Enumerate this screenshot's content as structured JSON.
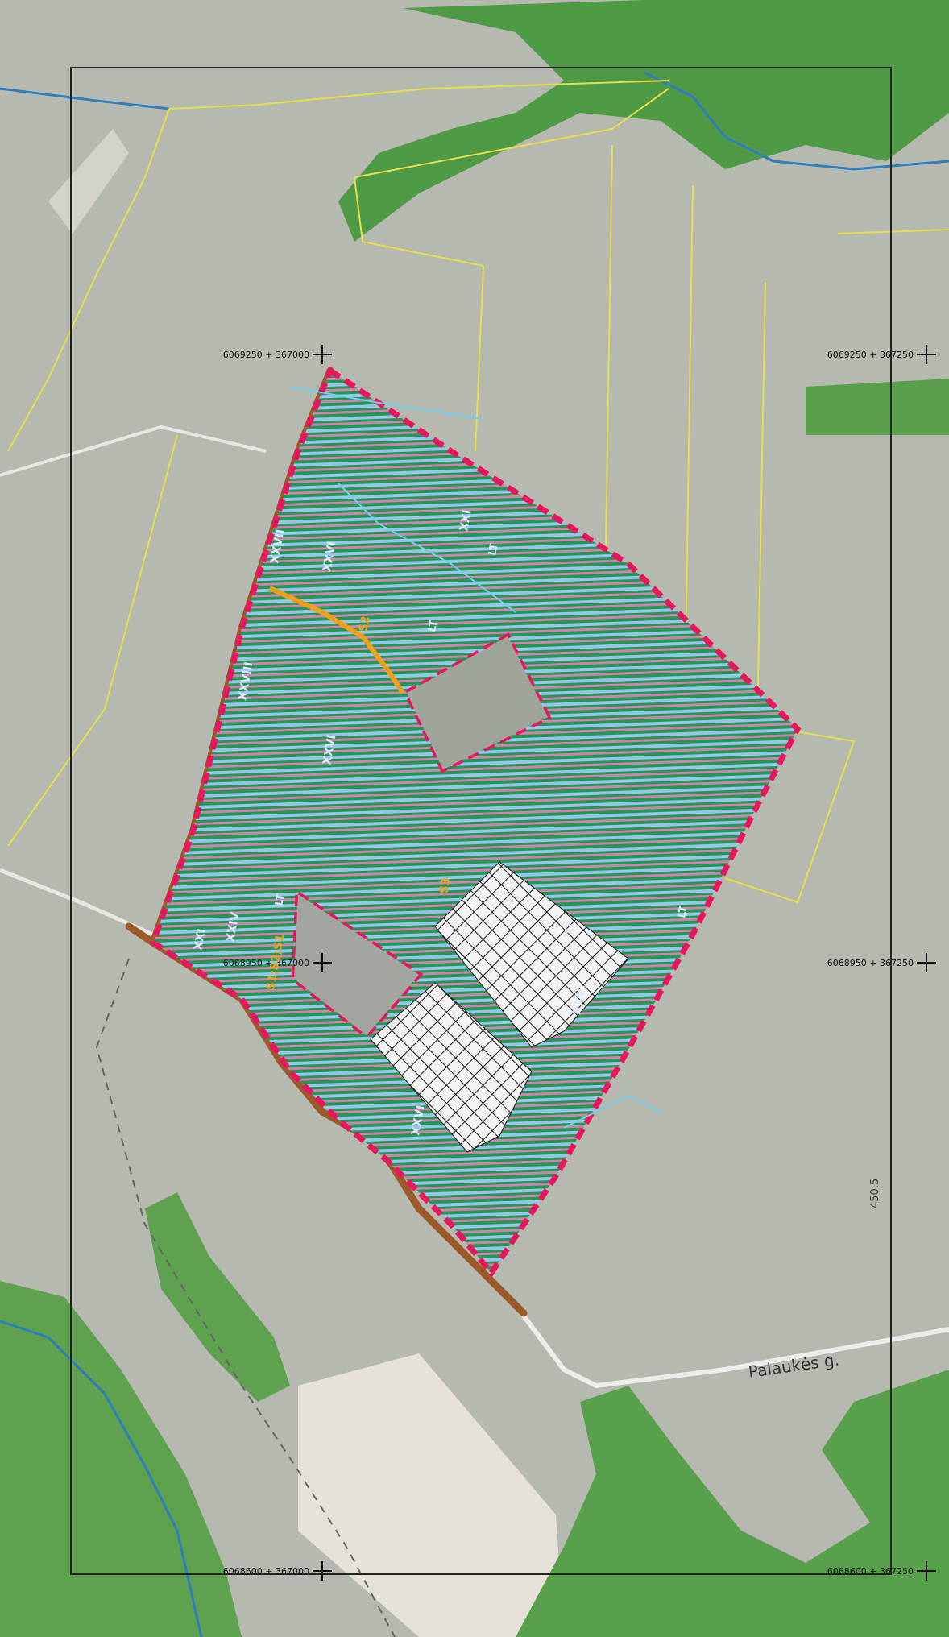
{
  "map": {
    "road_label": "Palaukės g.",
    "contour_label": "450.5",
    "coord_labels": [
      "6069250 + 367000",
      "6069250 + 367250",
      "6068950 + 367000",
      "6068950 + 367250",
      "6068600 + 367000",
      "6068600 + 367250"
    ],
    "parcel_labels": [
      "XXVII",
      "XXVI",
      "XXI",
      "XXVIII",
      "XXVI",
      "XXI",
      "XXIV",
      "XXVI",
      "XXVI"
    ],
    "small_labels": [
      "LT",
      "LT",
      "LT",
      "LT",
      "LT"
    ],
    "point_labels": [
      "S2",
      "S1;S2;S1",
      "S3"
    ],
    "colors": {
      "boundary": "#e8175d",
      "stripe_green": "#1e9b4e",
      "stripe_blue": "#7fb4ec",
      "forest": "#4f9a45",
      "road": "#9a5a2a",
      "orange_line": "#f2a01a",
      "parcel_lines": "#e5e04a",
      "water": "#2f7fbf"
    }
  }
}
